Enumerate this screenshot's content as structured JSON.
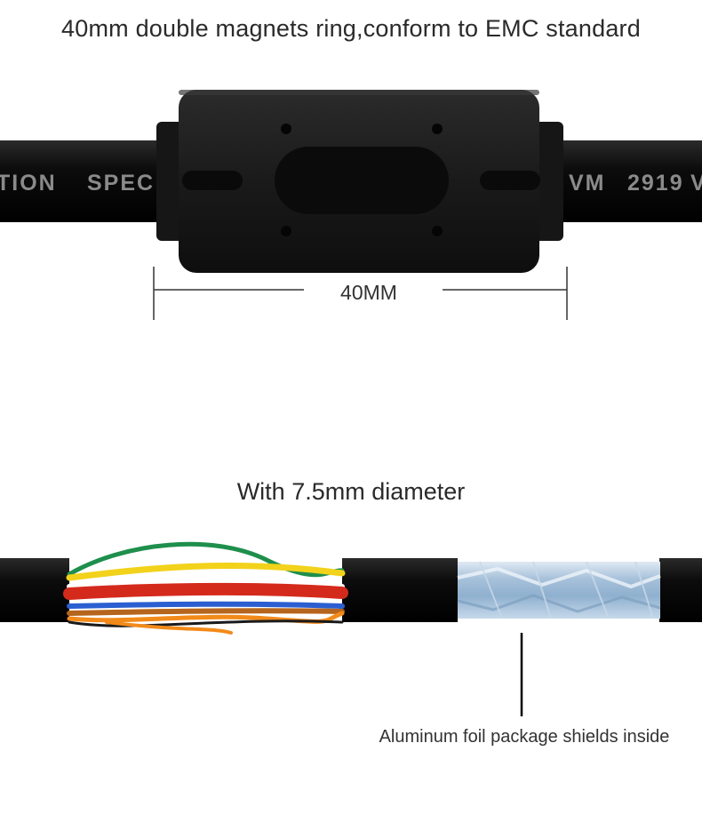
{
  "header": {
    "title": "40mm double magnets ring,conform to EMC standard"
  },
  "ferrite": {
    "dimension_label": "40MM"
  },
  "cable": {
    "print_left_1": "TION",
    "print_left_2": "SPEC",
    "print_right_1": "VM",
    "print_right_2": "2919",
    "print_right_3": "V"
  },
  "section2": {
    "title": "With 7.5mm diameter",
    "foil_label": "Aluminum foil package shields inside"
  },
  "colors": {
    "cable_black": "#111111",
    "ferrite_black": "#1a1a1a",
    "foil": "#a9c3dc",
    "wire_colors": [
      "#1e8f4c",
      "#f2d21a",
      "#d42a1c",
      "#2b5fd1",
      "#f28a1a",
      "#1a1a1a",
      "#ffffff",
      "#b5651d"
    ]
  }
}
